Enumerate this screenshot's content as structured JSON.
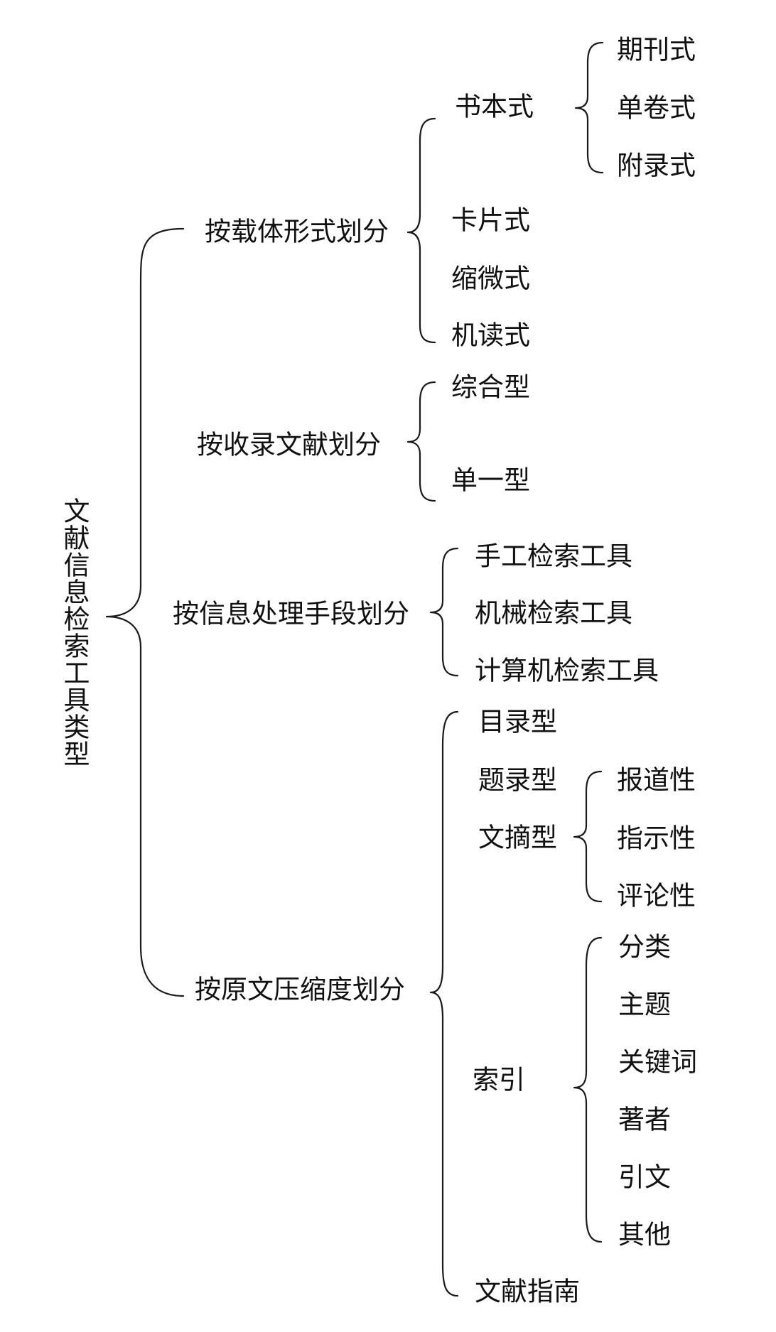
{
  "title": "文献信息检索工具类型",
  "categories": [
    {
      "label": "按载体形式划分",
      "children": [
        {
          "label": "书本式",
          "children": [
            "期刊式",
            "单卷式",
            "附录式"
          ]
        },
        {
          "label": "卡片式"
        },
        {
          "label": "缩微式"
        },
        {
          "label": "机读式"
        }
      ]
    },
    {
      "label": "按收录文献划分",
      "children": [
        {
          "label": "综合型"
        },
        {
          "label": "单一型"
        }
      ]
    },
    {
      "label": "按信息处理手段划分",
      "children": [
        {
          "label": "手工检索工具"
        },
        {
          "label": "机械检索工具"
        },
        {
          "label": "计算机检索工具"
        }
      ]
    },
    {
      "label": "按原文压缩度划分",
      "children": [
        {
          "label": "目录型"
        },
        {
          "label": "题录型"
        },
        {
          "label": "文摘型",
          "children": [
            "报道性",
            "指示性",
            "评论性"
          ]
        },
        {
          "label": "索引",
          "children": [
            "分类",
            "主题",
            "关键词",
            "著者",
            "引文",
            "其他"
          ]
        },
        {
          "label": "文献指南"
        }
      ]
    }
  ]
}
